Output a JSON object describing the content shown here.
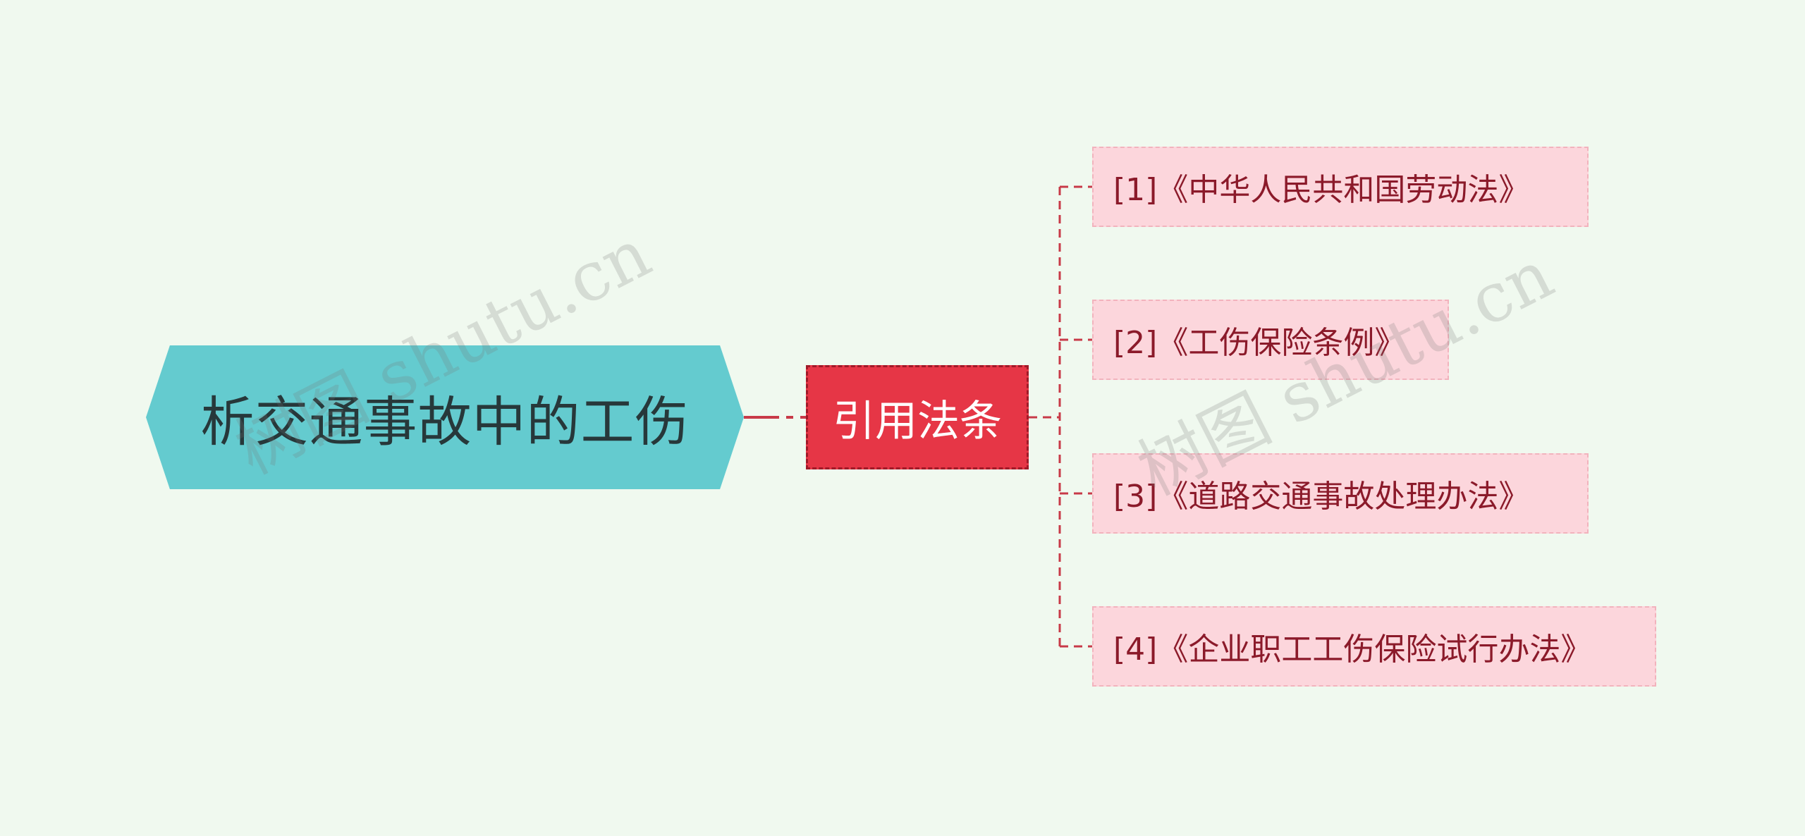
{
  "colors": {
    "background": "#f0f9ef",
    "root_fill": "#64cbcf",
    "branch_fill": "#e63646",
    "leaf_fill": "#fcd6dc",
    "connector": "#c83a48"
  },
  "root": {
    "label": "析交通事故中的工伤"
  },
  "branch": {
    "label": "引用法条"
  },
  "leaves": [
    {
      "label": "[1]《中华人民共和国劳动法》"
    },
    {
      "label": "[2]《工伤保险条例》"
    },
    {
      "label": "[3]《道路交通事故处理办法》"
    },
    {
      "label": "[4]《企业职工工伤保险试行办法》"
    }
  ],
  "watermark": {
    "text": "树图 shutu.cn"
  }
}
